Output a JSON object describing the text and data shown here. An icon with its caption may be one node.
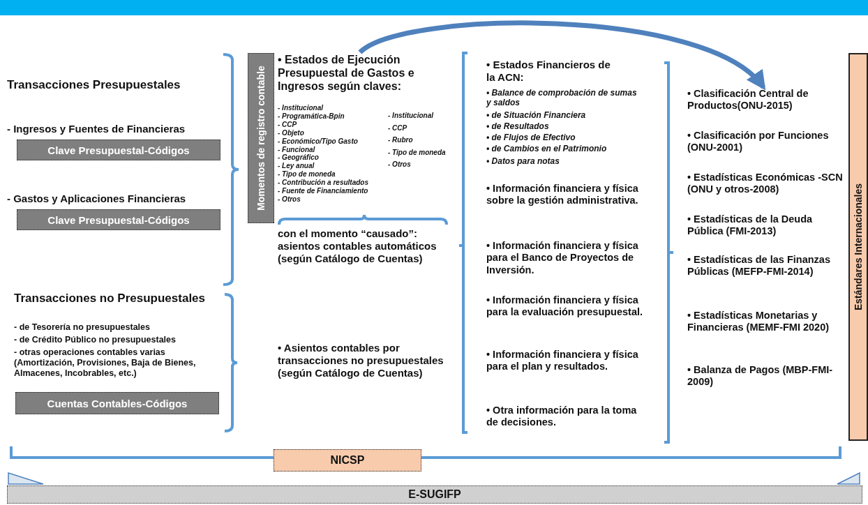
{
  "diagram": {
    "nodes": [
      {
        "text": [
          "Clave Presupuestal-Códigos"
        ]
      },
      {
        "text": [
          "Clave Presupuestal-Códigos"
        ]
      },
      {
        "text": [
          "Cuentas Contables-Códigos"
        ]
      },
      {
        "text": [
          "Momentos de registro contable"
        ]
      },
      {
        "text": [
          "• Estados de Ejecución Presupuestal de Gastos e Ingresos según claves:"
        ]
      },
      {
        "text": [
          "• Clasificación Central de Productos(ONU-2015)"
        ]
      },
      {
        "text": [
          "Estándares Internacionales"
        ]
      },
      {
        "text": [
          "NICSP"
        ]
      },
      {
        "text": [
          "E-SUGIFP"
        ]
      }
    ],
    "edges": [
      {
        "from": 4,
        "to": 5,
        "arrow": "to"
      }
    ],
    "labels": [
      "Transacciones Presupuestales",
      "- Ingresos y Fuentes de Financieras",
      "- Gastos y Aplicaciones Financieras",
      "Transacciones no Presupuestales",
      "- de Tesorería no presupuestales",
      "- de Crédito Público no presupuestales",
      "- otras operaciones contables varias (Amortización, Provisiones, Baja de Bienes, Almacenes, Incobrables, etc.)",
      "- Institucional",
      "- Programática-Bpin",
      "- CCP",
      "- Objeto",
      "- Económico/Tipo Gasto",
      "- Funcional",
      "- Geográfico",
      "- Ley anual",
      "- Tipo de moneda",
      "- Contribución a resultados",
      "- Fuente de Financiamiento",
      "- Otros",
      "- Institucional",
      "- CCP",
      "- Rubro",
      "- Tipo de moneda",
      "- Otros",
      "con el momento “causado”: asientos contables automáticos (según Catálogo de Cuentas)",
      "• Asientos contables por transacciones no presupuestales (según Catálogo de Cuentas)",
      "• Estados Financieros de la ACN:",
      "• Balance de comprobación de sumas y saldos",
      "• de Situación Financiera",
      "• de Resultados",
      "• de Flujos de Efectivo",
      "• de Cambios en el Patrimonio",
      "• Datos para notas",
      "• Información financiera y física sobre la gestión administrativa.",
      "• Información financiera y física para el Banco de Proyectos de Inversión.",
      "• Información financiera y física para la evaluación presupuestal.",
      "• Información financiera y física para el plan y resultados.",
      "• Otra información para la toma de decisiones.",
      "• Clasificación por Funciones (ONU-2001)",
      "• Estadísticas Económicas -SCN (ONU y otros-2008)",
      "• Estadísticas de la Deuda Pública (FMI-2013)",
      "• Estadísticas de las Finanzas Públicas (MEFP-FMI-2014)",
      "• Estadísticas Monetarias y Financieras (MEMF-FMI 2020)",
      "• Balanza de Pagos (MBP-FMI-2009)"
    ]
  }
}
